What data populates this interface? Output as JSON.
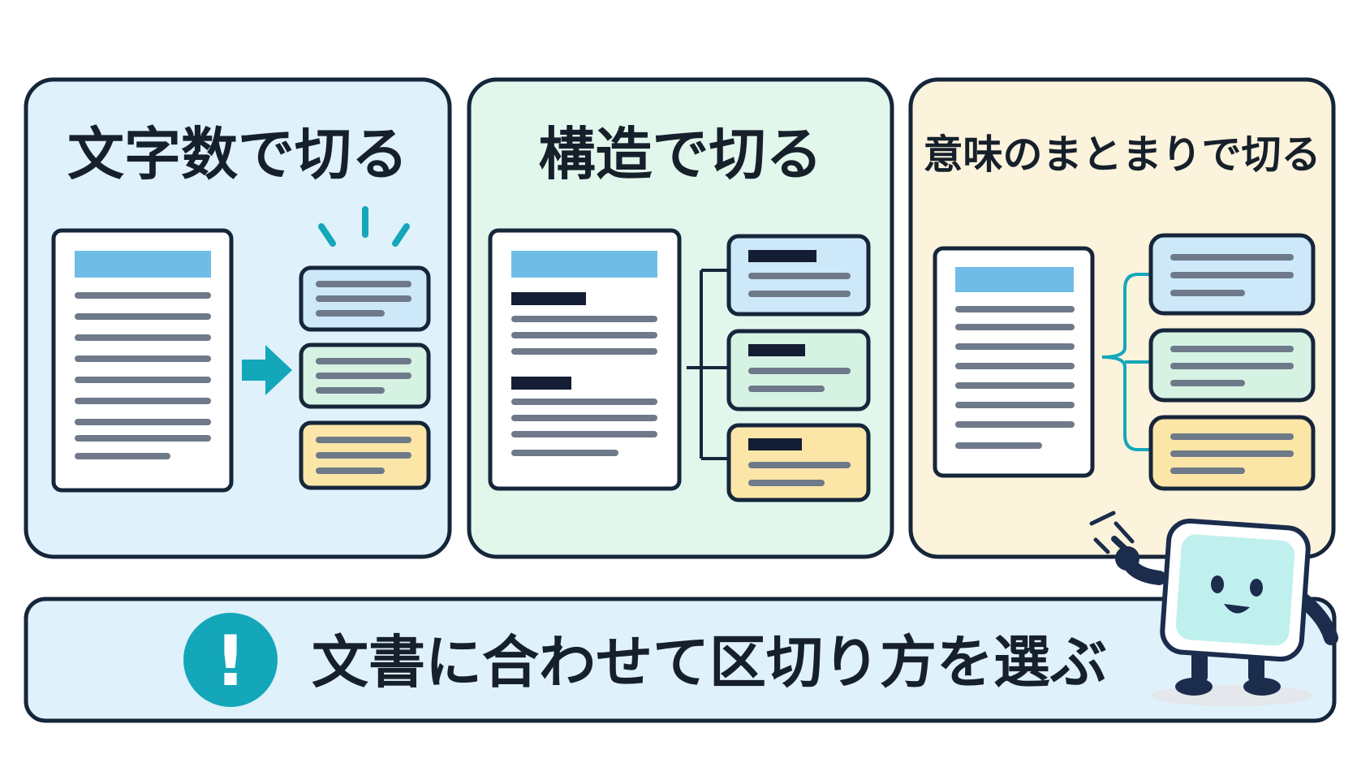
{
  "panels": [
    {
      "id": "char-count",
      "title": "文字数で切る"
    },
    {
      "id": "structure",
      "title": "構造で切る"
    },
    {
      "id": "meaning",
      "title": "意味のまとまりで切る"
    }
  ],
  "banner": {
    "mark": "!",
    "text": "文書に合わせて区切り方を選ぶ"
  },
  "colors": {
    "outline": "#16263a",
    "panel_blue": "#dff1fb",
    "panel_green": "#e2f7ec",
    "panel_yellow": "#fcf3dc",
    "chunk_blue": "#cde8f8",
    "chunk_green": "#d5f2e3",
    "chunk_yellow": "#fbe6a8",
    "accent_teal": "#14a7b9",
    "doc_header": "#6fbde6",
    "text_line": "#6e7989",
    "heading_bar": "#131d33",
    "mascot_face": "#bff0ee"
  },
  "icons": [
    "arrow-right-icon",
    "sparkle-icon",
    "tree-connector-icon",
    "brace-connector-icon",
    "exclamation-icon",
    "mascot-character-icon"
  ]
}
